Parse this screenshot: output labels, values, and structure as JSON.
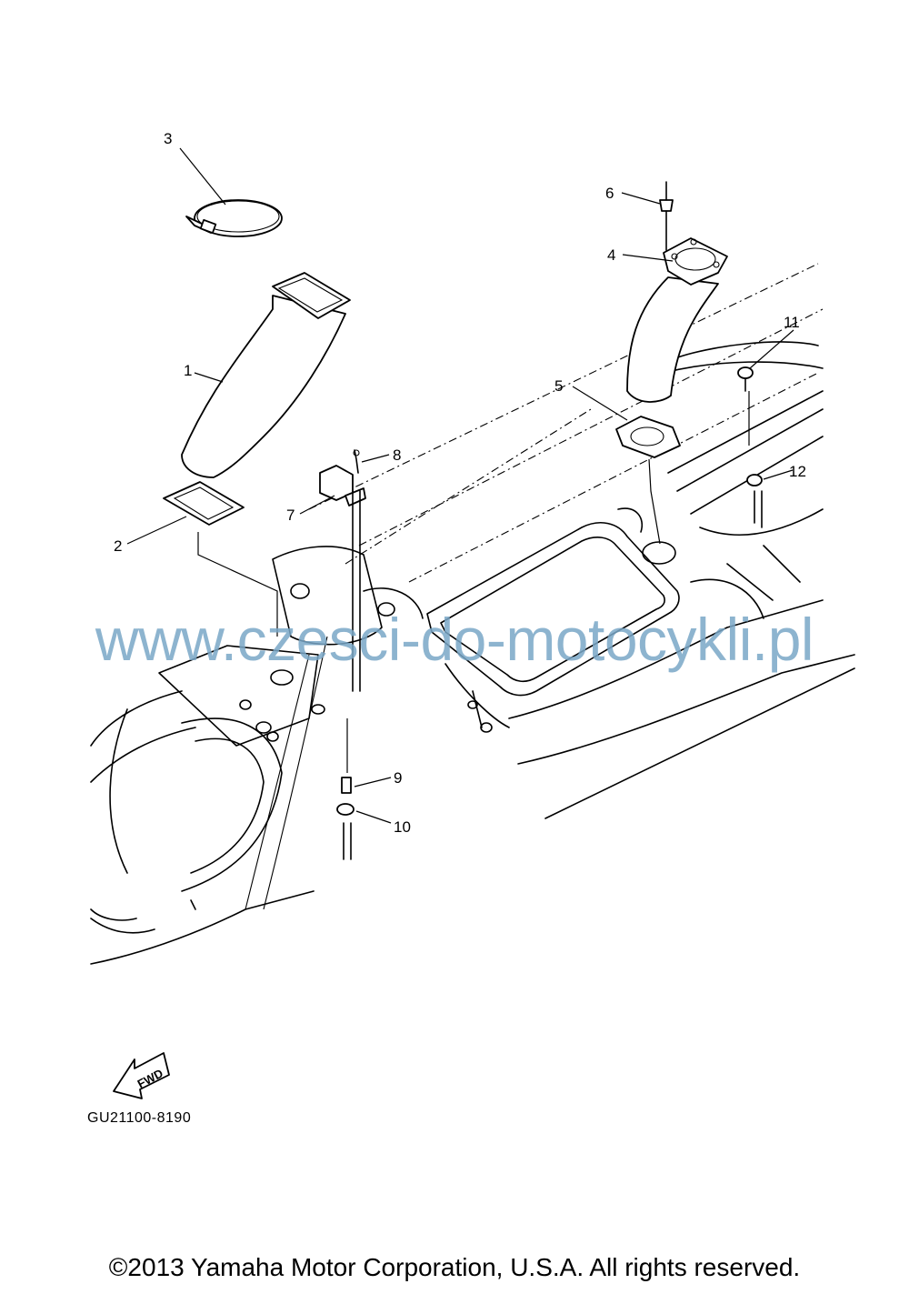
{
  "callouts": {
    "c1": "1",
    "c2": "2",
    "c3": "3",
    "c4": "4",
    "c5": "5",
    "c6": "6",
    "c7": "7",
    "c8": "8",
    "c9": "9",
    "c10": "10",
    "c11": "11",
    "c12": "12"
  },
  "fwd_label": "FWD",
  "diagram_code": "GU21100-8190",
  "watermark": "www.czesci-do-motocykli.pl",
  "copyright": "©2013 Yamaha Motor Corporation, U.S.A. All rights reserved."
}
